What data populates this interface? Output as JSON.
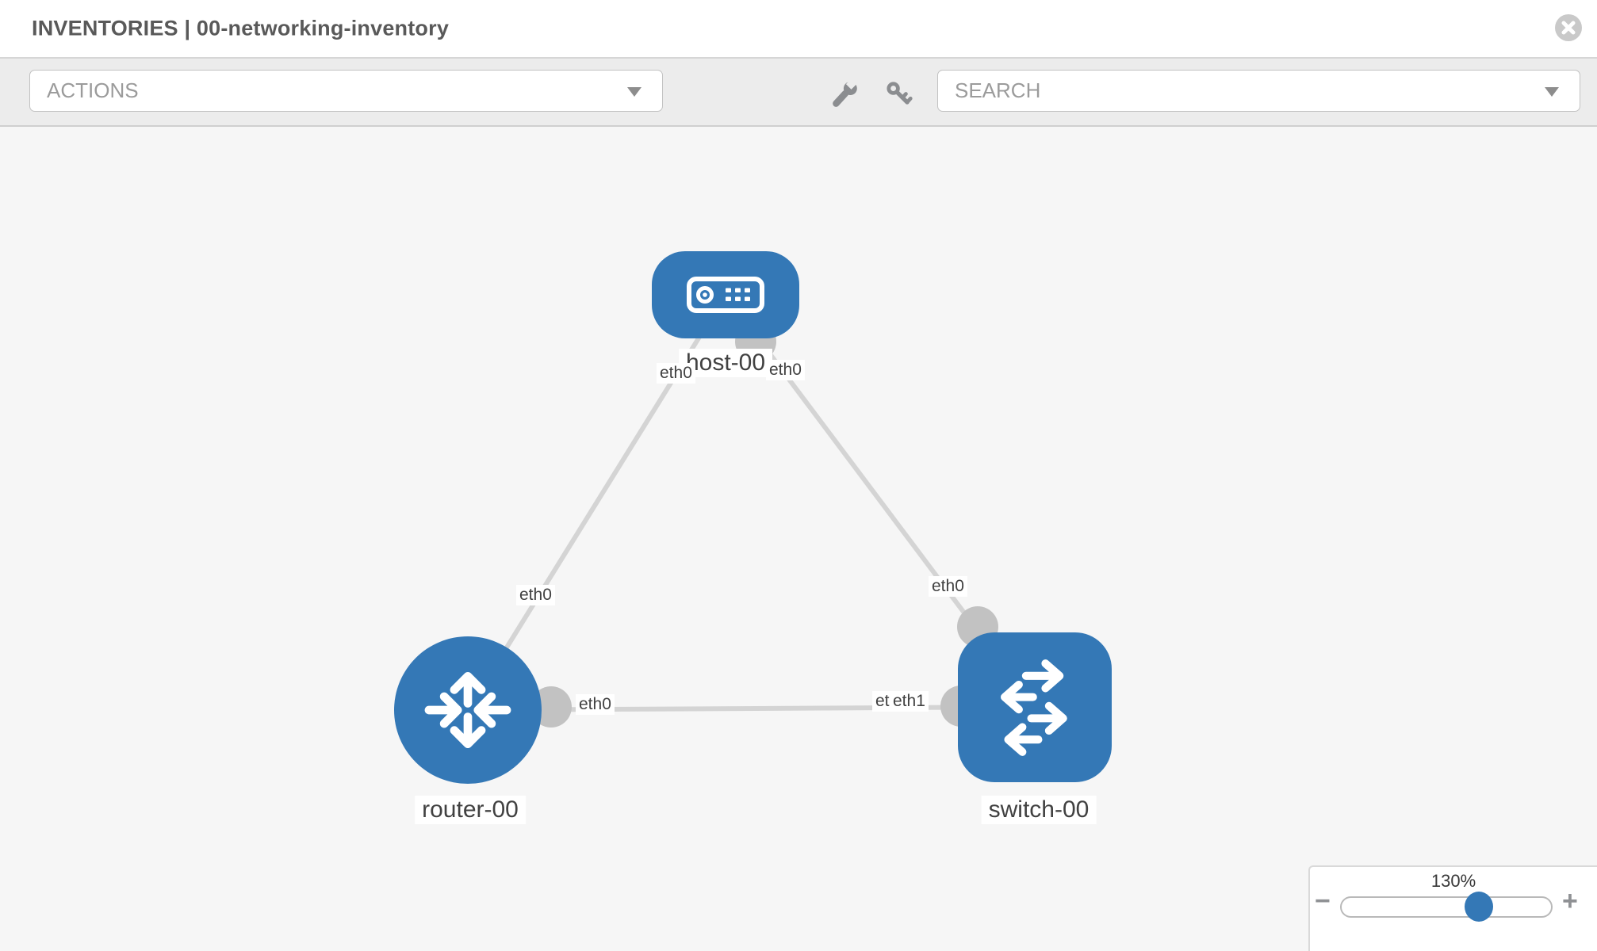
{
  "header": {
    "title": "INVENTORIES | 00-networking-inventory"
  },
  "toolbar": {
    "actions_label": "ACTIONS",
    "search_label": "SEARCH",
    "tools": [
      {
        "icon": "wrench-icon"
      },
      {
        "icon": "key-icon"
      }
    ]
  },
  "topology": {
    "nodes": [
      {
        "label": "host-00",
        "type": "host"
      },
      {
        "label": "router-00",
        "type": "router"
      },
      {
        "label": "switch-00",
        "type": "switch"
      }
    ],
    "links": [
      {
        "source": "host-00",
        "target": "router-00",
        "source_interface": "eth0",
        "target_interface": "eth0"
      },
      {
        "source": "host-00",
        "target": "switch-00",
        "source_interface": "eth0",
        "target_interface": "eth0"
      },
      {
        "source": "router-00",
        "target": "switch-00",
        "source_interface": "eth0",
        "target_interface": "eth1"
      }
    ],
    "interface_labels": {
      "host_router_at_host": "eth0",
      "host_router_at_router": "eth0",
      "host_switch_at_host": "eth0",
      "host_switch_at_switch": "eth0",
      "router_switch_at_router": "eth0",
      "router_switch_at_switch": "eth1",
      "router_switch_at_switch_overlapped": "eth0"
    }
  },
  "zoom_control": {
    "level": "130%",
    "zoom_out": "−",
    "zoom_in": "+"
  },
  "colors": {
    "node_blue": "#3478b6",
    "link_gray": "#d4d4d4",
    "connector_gray": "#c2c2c2",
    "toolbar_bg": "#ececec",
    "canvas_bg": "#f6f6f6"
  }
}
